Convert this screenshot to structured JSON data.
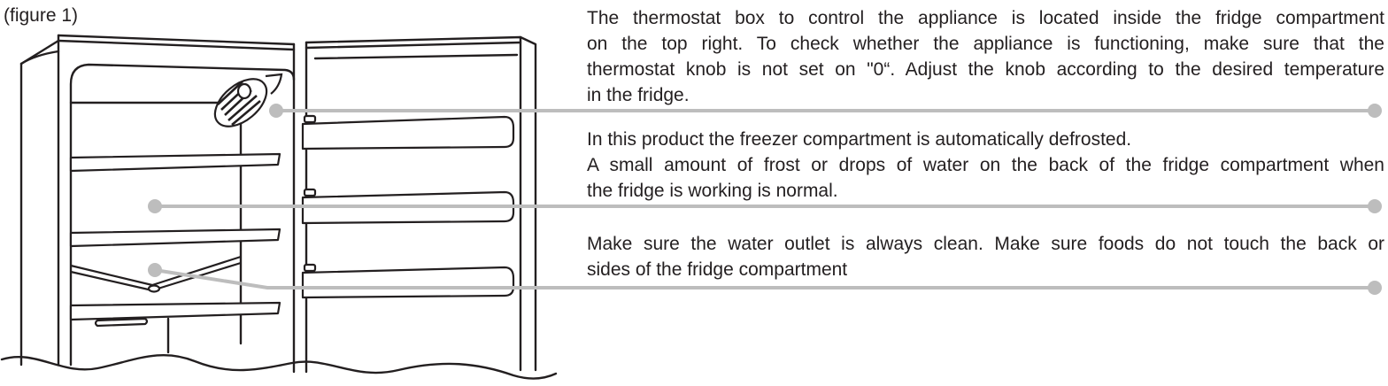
{
  "figure": {
    "label": "(figure 1)"
  },
  "paragraphs": [
    {
      "lines": [
        "The thermostat box to control the appliance is located inside the fridge compartment",
        "on the top right. To check whether the appliance is functioning, make sure that the",
        "thermostat knob is not set on \"0“. Adjust the knob according to the desired temperature",
        "in the fridge."
      ]
    },
    {
      "lines": [
        "In this product the freezer compartment is automatically defrosted.",
        "A small amount of frost or drops of water on the back of the fridge compartment when",
        "the fridge is working is normal."
      ]
    },
    {
      "lines": [
        "Make sure the water outlet is always clean. Make sure foods do not touch the back or",
        "sides of the fridge compartment"
      ]
    }
  ],
  "colors": {
    "line_art": "#231f20",
    "callout": "#bdbdbd",
    "text": "#231f20"
  }
}
